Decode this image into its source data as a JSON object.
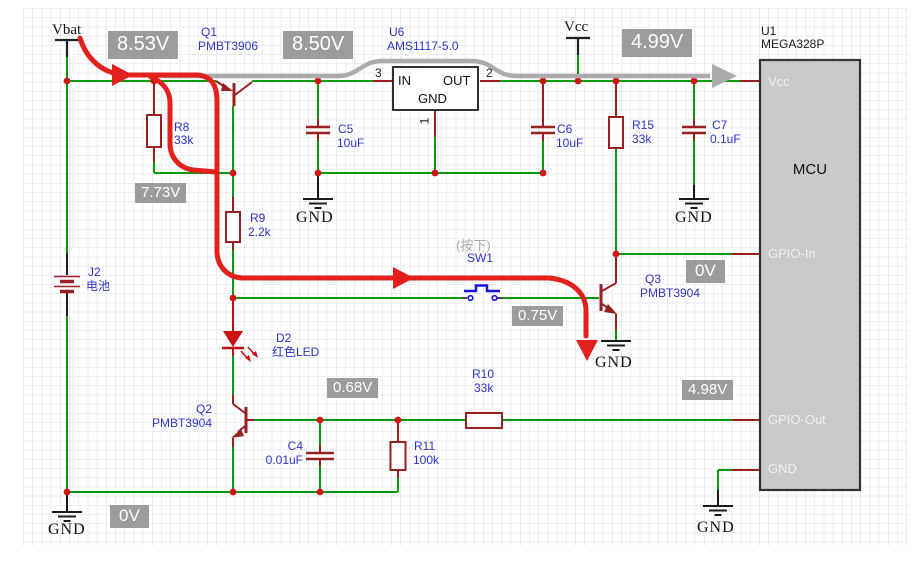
{
  "net_labels": {
    "vbat": "Vbat",
    "vcc": "Vcc",
    "gnd": "GND"
  },
  "flow_notes": {
    "sw_pressed": "(按下)"
  },
  "badges": {
    "vbat_rail": "8.53V",
    "reg_in": "8.50V",
    "vcc_rail": "4.99V",
    "r8_node": "7.73V",
    "gpio_in_node": "0V",
    "q3_base_node": "0.75V",
    "q2_base_node": "0.68V",
    "gpio_out_node": "4.98V",
    "gnd_rail": "0V"
  },
  "components": {
    "q1": {
      "ref": "Q1",
      "value": "PMBT3906"
    },
    "q2": {
      "ref": "Q2",
      "value": "PMBT3904"
    },
    "q3": {
      "ref": "Q3",
      "value": "PMBT3904"
    },
    "r8": {
      "ref": "R8",
      "value": "33k"
    },
    "r9": {
      "ref": "R9",
      "value": "2.2k"
    },
    "r10": {
      "ref": "R10",
      "value": "33k"
    },
    "r11": {
      "ref": "R11",
      "value": "100k"
    },
    "r15": {
      "ref": "R15",
      "value": "33k"
    },
    "c4": {
      "ref": "C4",
      "value": "0.01uF"
    },
    "c5": {
      "ref": "C5",
      "value": "10uF"
    },
    "c6": {
      "ref": "C6",
      "value": "10uF"
    },
    "c7": {
      "ref": "C7",
      "value": "0.1uF"
    },
    "d2": {
      "ref": "D2",
      "value": "红色LED"
    },
    "j2": {
      "ref": "J2",
      "value": "电池"
    },
    "sw1": {
      "ref": "SW1"
    },
    "u6": {
      "ref": "U6",
      "value": "AMS1117-5.0",
      "pins": {
        "in": "IN",
        "out": "OUT",
        "gnd": "GND",
        "n1": "1",
        "n2": "2",
        "n3": "3"
      }
    },
    "u1": {
      "ref": "U1",
      "value": "MEGA328P",
      "body_label": "MCU",
      "pins": {
        "vcc": "Vcc",
        "gpio_in": "GPIO-In",
        "gpio_out": "GPIO-Out",
        "gnd": "GND"
      }
    }
  },
  "colors": {
    "wire": "#0a9b0a",
    "component": "#992020",
    "junction": "#d21414",
    "flow_red": "#e3201b",
    "flow_gray": "#ababab",
    "badge_bg": "#9c9c9c",
    "label_blue": "#3032c8",
    "switch_blue": "#1414e6",
    "mcu_fill": "#cacaca"
  }
}
